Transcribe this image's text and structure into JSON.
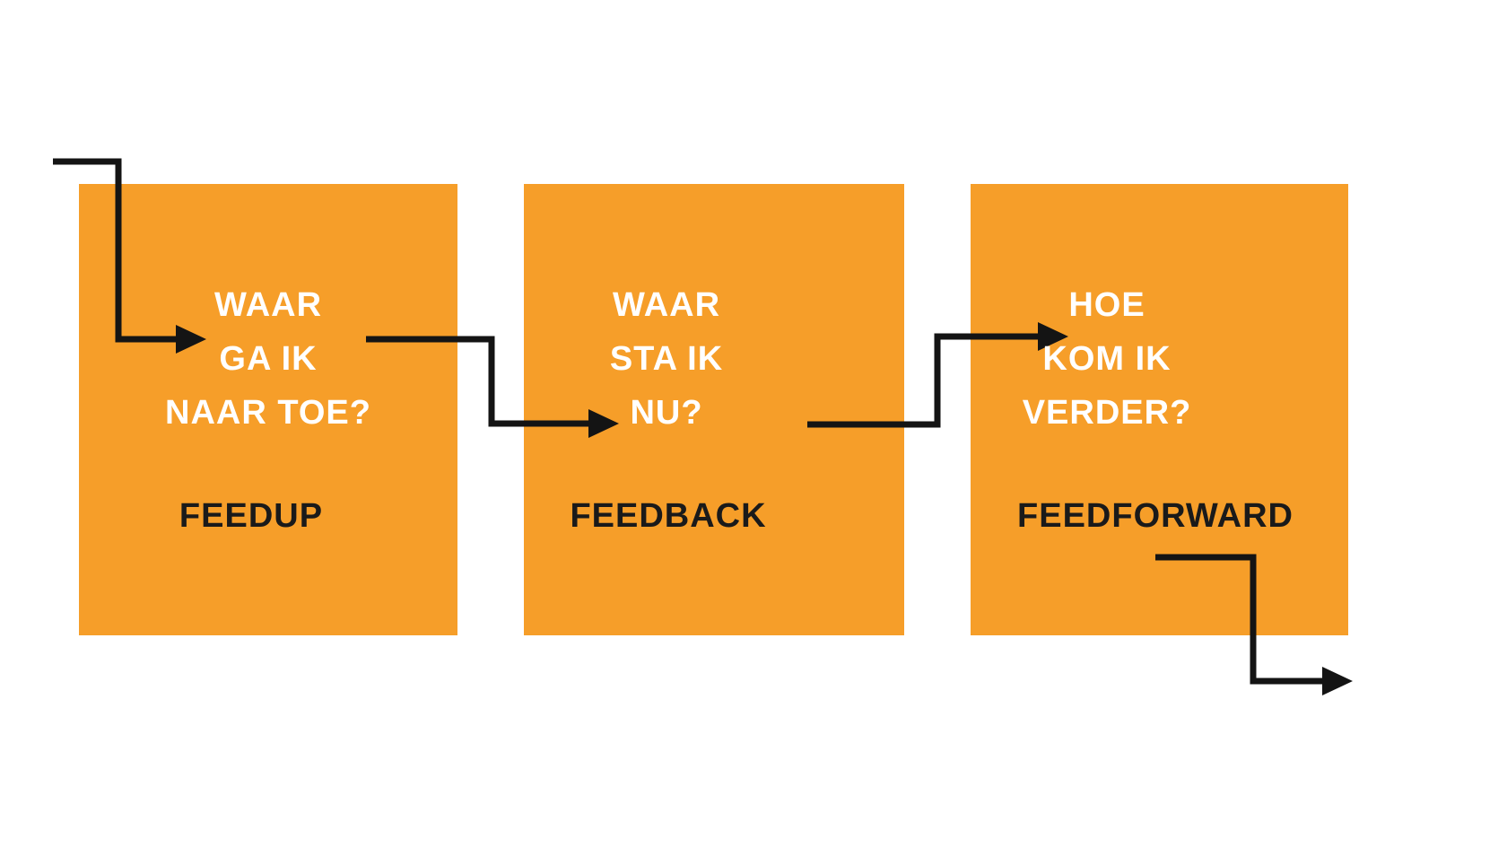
{
  "colors": {
    "background": "#FFFFFF",
    "box_fill": "#F69E29",
    "question_text": "#FFFFFF",
    "label_text": "#1A1A1A",
    "arrow": "#141414"
  },
  "diagram": {
    "boxes": [
      {
        "question_lines": [
          "WAAR",
          "GA IK",
          "NAAR TOE?"
        ],
        "label": "FEEDUP"
      },
      {
        "question_lines": [
          "WAAR",
          "STA IK",
          "NU?"
        ],
        "label": "FEEDBACK"
      },
      {
        "question_lines": [
          "HOE",
          "KOM IK",
          "VERDER?"
        ],
        "label": "FEEDFORWARD"
      }
    ],
    "arrows": [
      {
        "name": "entry-arrow-into-feedup"
      },
      {
        "name": "arrow-feedup-to-feedback"
      },
      {
        "name": "arrow-feedback-to-feedforward"
      },
      {
        "name": "exit-arrow-from-feedforward"
      }
    ]
  }
}
